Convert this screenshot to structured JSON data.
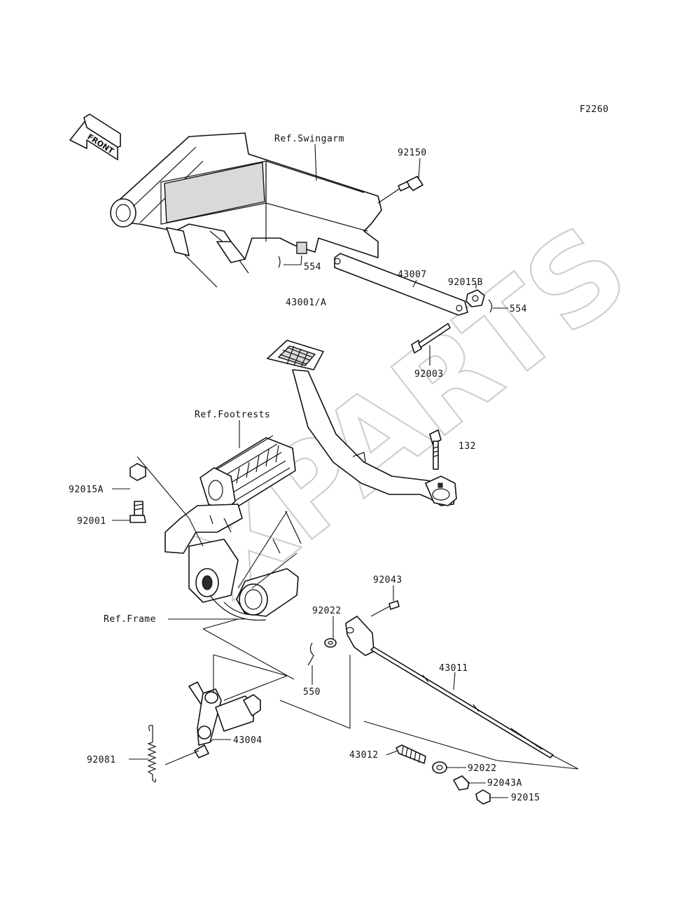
{
  "figure_code": "F2260",
  "front_arrow": {
    "text": "FRONT",
    "icon": "front-arrow-icon"
  },
  "watermark": "XPARTS",
  "ref_labels": {
    "swingarm": "Ref.Swingarm",
    "footrests": "Ref.Footrests",
    "frame": "Ref.Frame"
  },
  "part_labels": {
    "p92150": "92150",
    "p554a": "554",
    "p43007": "43007",
    "p92015b": "92015B",
    "p554b": "554",
    "p43001a": "43001/A",
    "p92003": "92003",
    "p132": "132",
    "p92015a": "92015A",
    "p92001": "92001",
    "p92043": "92043",
    "p92022a": "92022",
    "p550": "550",
    "p43011": "43011",
    "p43004": "43004",
    "p92081": "92081",
    "p43012": "43012",
    "p92022b": "92022",
    "p92043a": "92043A",
    "p92015": "92015"
  }
}
